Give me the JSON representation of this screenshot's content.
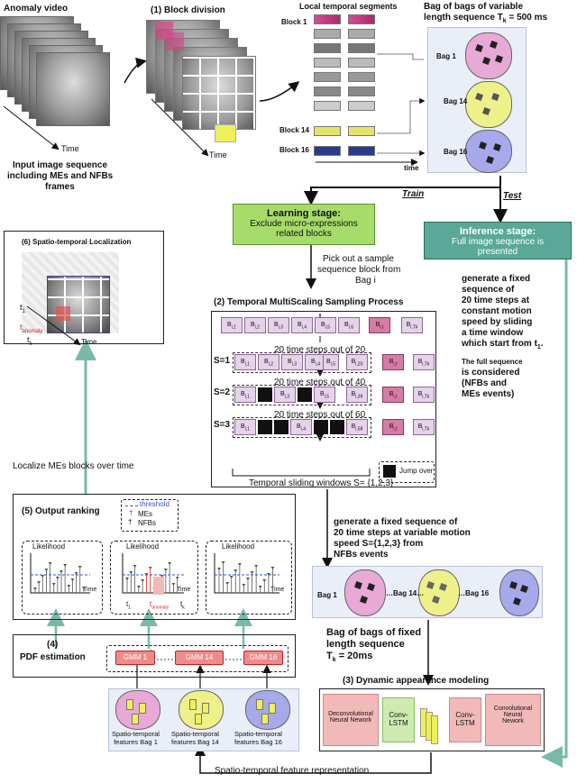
{
  "anomaly_video": "Anomaly video",
  "time1": "Time",
  "input_caption": [
    "Input image sequence",
    "including MEs and NFBs",
    "frames"
  ],
  "block_division": "(1) Block division",
  "time2": "Time",
  "local_segments": "Local temporal segments",
  "block_labels": [
    "Block 1",
    "Block 14",
    "Block 16"
  ],
  "time3": "time",
  "bag_of_bags": "Bag of bags of variable",
  "bag_of_bags2": "length sequence T",
  "bag_of_bags_sub": "k",
  "bag_of_bags3": " = 500 ms",
  "bag_labels": [
    "Bag 1",
    "Bag 14",
    "Bag 16"
  ],
  "train": "Train",
  "test": "Test",
  "learning_title": "Learning stage:",
  "learning_body": [
    "Exclude micro-expressions",
    "related blocks"
  ],
  "inference_title": "Inference stage:",
  "inference_body": [
    "Full image sequence is",
    "presented"
  ],
  "pick_out": [
    "Pick out a sample",
    "sequence block from",
    "Bag i"
  ],
  "localization_title": "(6) Spatio-temporal Localization",
  "loc_t1": "t",
  "loc_t1_sub": "1",
  "loc_tanomaly": "t",
  "loc_tanomaly_sub": "anomaly",
  "loc_tk": "t",
  "loc_tk_sub": "k",
  "loc_time": "Time",
  "generate_test": [
    "generate a fixed",
    "sequence of",
    "20 time steps at",
    "constant motion",
    "speed by sliding",
    "a time window",
    "which start from t"
  ],
  "generate_test_sub": "1",
  "full_seq": "The full sequence",
  "considered": [
    "is considered",
    "(NFBs and",
    " MEs events)"
  ],
  "tmsp_title": "(2) Temporal MultiScaling Sampling Process",
  "chip_row0": [
    "B",
    "B",
    "B",
    "B",
    "B",
    "B",
    "B",
    "B"
  ],
  "chip_subs0": [
    "i,1",
    "i,2",
    "i,3",
    "i,4",
    "i,5",
    "i,6",
    "i,t",
    "i,Tk"
  ],
  "steps20": "20 time steps out of 20",
  "steps40": "20 time steps out of 40",
  "steps60": "20 time steps out of 60",
  "s_labels": [
    "S=1",
    "S=2",
    "S=3"
  ],
  "s1_chips": [
    "i,1",
    "i,2",
    "i,3",
    "i,4",
    "i,5",
    "i,20",
    "i,t",
    "i,Tk"
  ],
  "s2_chips": [
    "i,1",
    "i,3",
    "i,5",
    "i,39",
    "i,t",
    "i,Tk"
  ],
  "s3_chips": [
    "i,1",
    "i,4",
    "i,58",
    "i,t",
    "i,Tk"
  ],
  "sliding": "Temporal sliding windows S= {1,2,3}",
  "jump": "Jump over",
  "localize": "Localize MEs blocks over time",
  "output_ranking": "(5) Output ranking",
  "legend": [
    "threshold",
    "MEs",
    "NFBs"
  ],
  "likelihood": "Likelihood",
  "time_small": "Time",
  "rank_t1": "t",
  "rank_t1_sub": "1",
  "rank_ta": "t",
  "rank_ta_sub": "anomaly",
  "rank_tk": "t",
  "rank_tk_sub": "k",
  "generate_train": [
    "generate a fixed sequence of",
    "20 time steps at variable motion",
    "speed S={1,2,3} from",
    "NFBs events"
  ],
  "mid_bags": [
    "Bag 1",
    "Bag 14",
    "Bag 16"
  ],
  "pdf_title": [
    "(4)",
    "PDF estimation"
  ],
  "gmm": [
    "GMM 1",
    "GMM 14",
    "GMM 16"
  ],
  "fixed_bag": [
    "Bag of bags of fixed",
    "length sequence",
    "T"
  ],
  "fixed_bag_sub": "k",
  "fixed_bag_tail": " = 20ms",
  "dam_title": "(3) Dynamic appearance modeling",
  "dam_boxes": [
    "Deconvolutional",
    "Neural Nework",
    "Conv-",
    "LSTM",
    "Conv-",
    "LSTM",
    "Convolutional",
    "Neural",
    "Nework"
  ],
  "feat_bags": [
    "Spatio-temporal",
    "features Bag 1",
    "Spatio-temporal",
    "features Bag 14",
    "Spatio-temporal",
    "features Bag 16"
  ],
  "feat_repr": "Spatio-temporal feature representation",
  "colors": {
    "green": "#a8dc6a",
    "teal": "#5aa897",
    "pink": "#e8a9d6",
    "yellow": "#eef08a",
    "blue": "#a7a9ea",
    "arrow": "#7ab9aa"
  }
}
